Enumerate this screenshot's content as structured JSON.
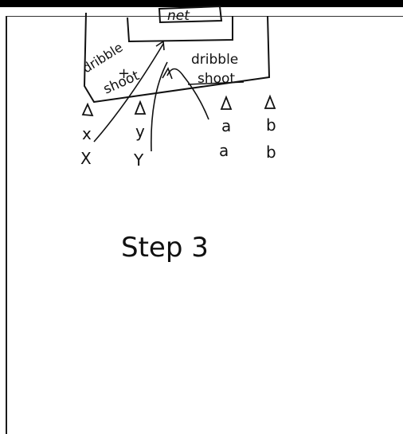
{
  "labels": {
    "net": "net",
    "left_zone_top": "dribble",
    "left_zone_mid": "+",
    "left_zone_bottom": "shoot",
    "right_zone_top": "dribble",
    "right_zone_bottom": "shoot",
    "step": "Step 3"
  },
  "players": {
    "row1": [
      "x",
      "y",
      "a",
      "b"
    ],
    "row2": [
      "X",
      "Y",
      "a",
      "b"
    ]
  }
}
